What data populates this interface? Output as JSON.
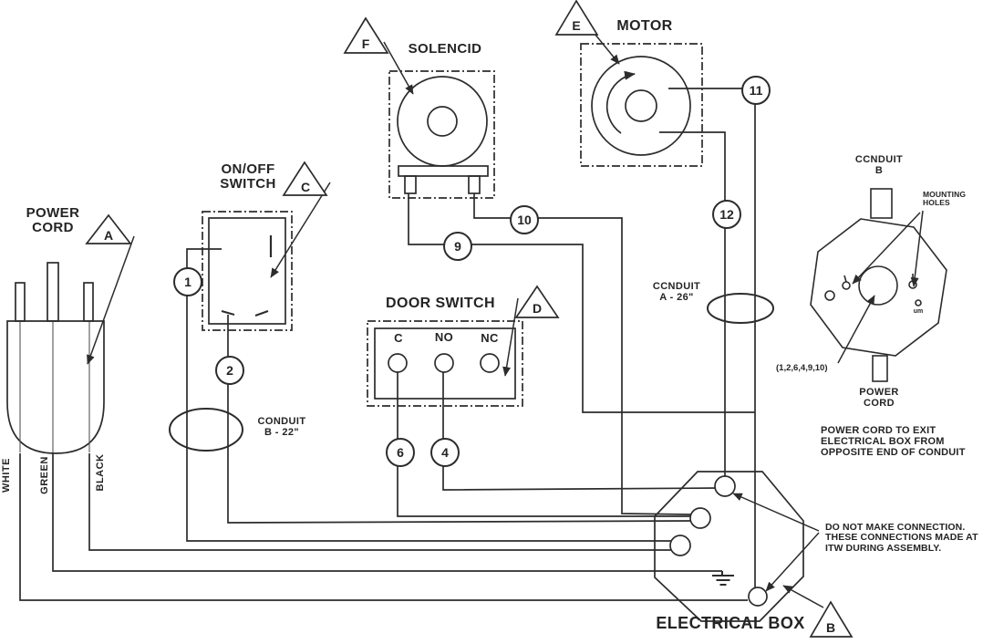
{
  "diagram": {
    "power_cord": {
      "line1": "POWER",
      "line2": "CORD"
    },
    "wires": {
      "white": "WHITE",
      "green": "GREEN",
      "black": "BLACK"
    },
    "on_off": {
      "line1": "ON/OFF",
      "line2": "SWITCH"
    },
    "solenoid": {
      "label": "SOLENCID"
    },
    "motor": {
      "label": "MOTOR"
    },
    "door": {
      "label": "DOOR SWITCH",
      "t_c": "C",
      "t_no": "NO",
      "t_nc": "NC"
    },
    "electrical_box": {
      "label": "ELECTRICAL BOX"
    },
    "conduit_b": {
      "line1": "CONDUIT",
      "line2": "B - 22\""
    },
    "conduit_a": {
      "line1": "CCNDUIT",
      "line2": "A - 26\""
    },
    "tags": {
      "a": "A",
      "b": "B",
      "c": "C",
      "d": "D",
      "e": "E",
      "f": "F"
    },
    "wire_tags": {
      "w1": "1",
      "w2": "2",
      "w4": "4",
      "w6": "6",
      "w9": "9",
      "w10": "10",
      "w11": "11",
      "w12": "12"
    },
    "notes": {
      "exit": {
        "l1": "POWER CORD TO EXIT",
        "l2": "ELECTRICAL BOX FROM",
        "l3": "OPPOSITE END OF CONDUIT"
      },
      "donot": {
        "l1": "DO NOT MAKE CONNECTION.",
        "l2": "THESE CONNECTIONS MADE AT",
        "l3": "ITW DURING ASSEMBLY."
      }
    },
    "detail": {
      "conduit": {
        "line1": "CCNDUIT",
        "line2": "B"
      },
      "mounting": {
        "line1": "MOUNTING",
        "line2": "HOLES"
      },
      "wire_list": "(1,2,6,4,9,10)",
      "power_cord": {
        "line1": "POWER",
        "line2": "CORD"
      },
      "small_mark": "um"
    }
  }
}
